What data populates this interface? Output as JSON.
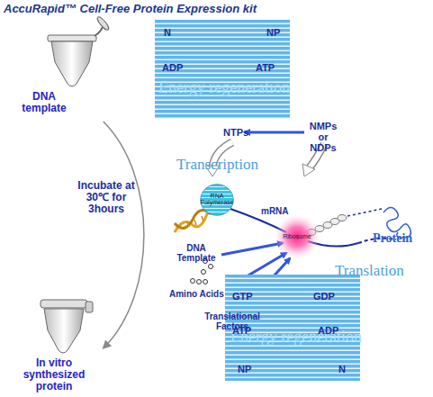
{
  "diagram": {
    "title": "AccuRapid™ Cell-Free Protein Expression kit",
    "nodes": [
      {
        "text": [
          "DNA template"
        ]
      },
      {
        "text": [
          "In vitro synthesized protein"
        ]
      },
      {
        "text": [
          "Energy regeneration",
          "N",
          "NP",
          "ADP",
          "ATP"
        ]
      },
      {
        "text": [
          "RNA Polymerase"
        ]
      },
      {
        "text": [
          "Ribosome"
        ]
      },
      {
        "text": [
          "Energy regeneration",
          "GTP",
          "GDP",
          "ATP",
          "ADP",
          "NP",
          "N"
        ]
      }
    ],
    "edges": [
      {
        "from": 0,
        "to": 1,
        "arrow": "to",
        "label": "Incubate at 30℃ for 3hours"
      }
    ],
    "labels": [
      "NTPs",
      "NMPs or NDPs",
      "Transcription",
      "mRNA",
      "DNA Template",
      "Amino Acids",
      "Translational Factors",
      "Translation",
      "Protein"
    ]
  }
}
